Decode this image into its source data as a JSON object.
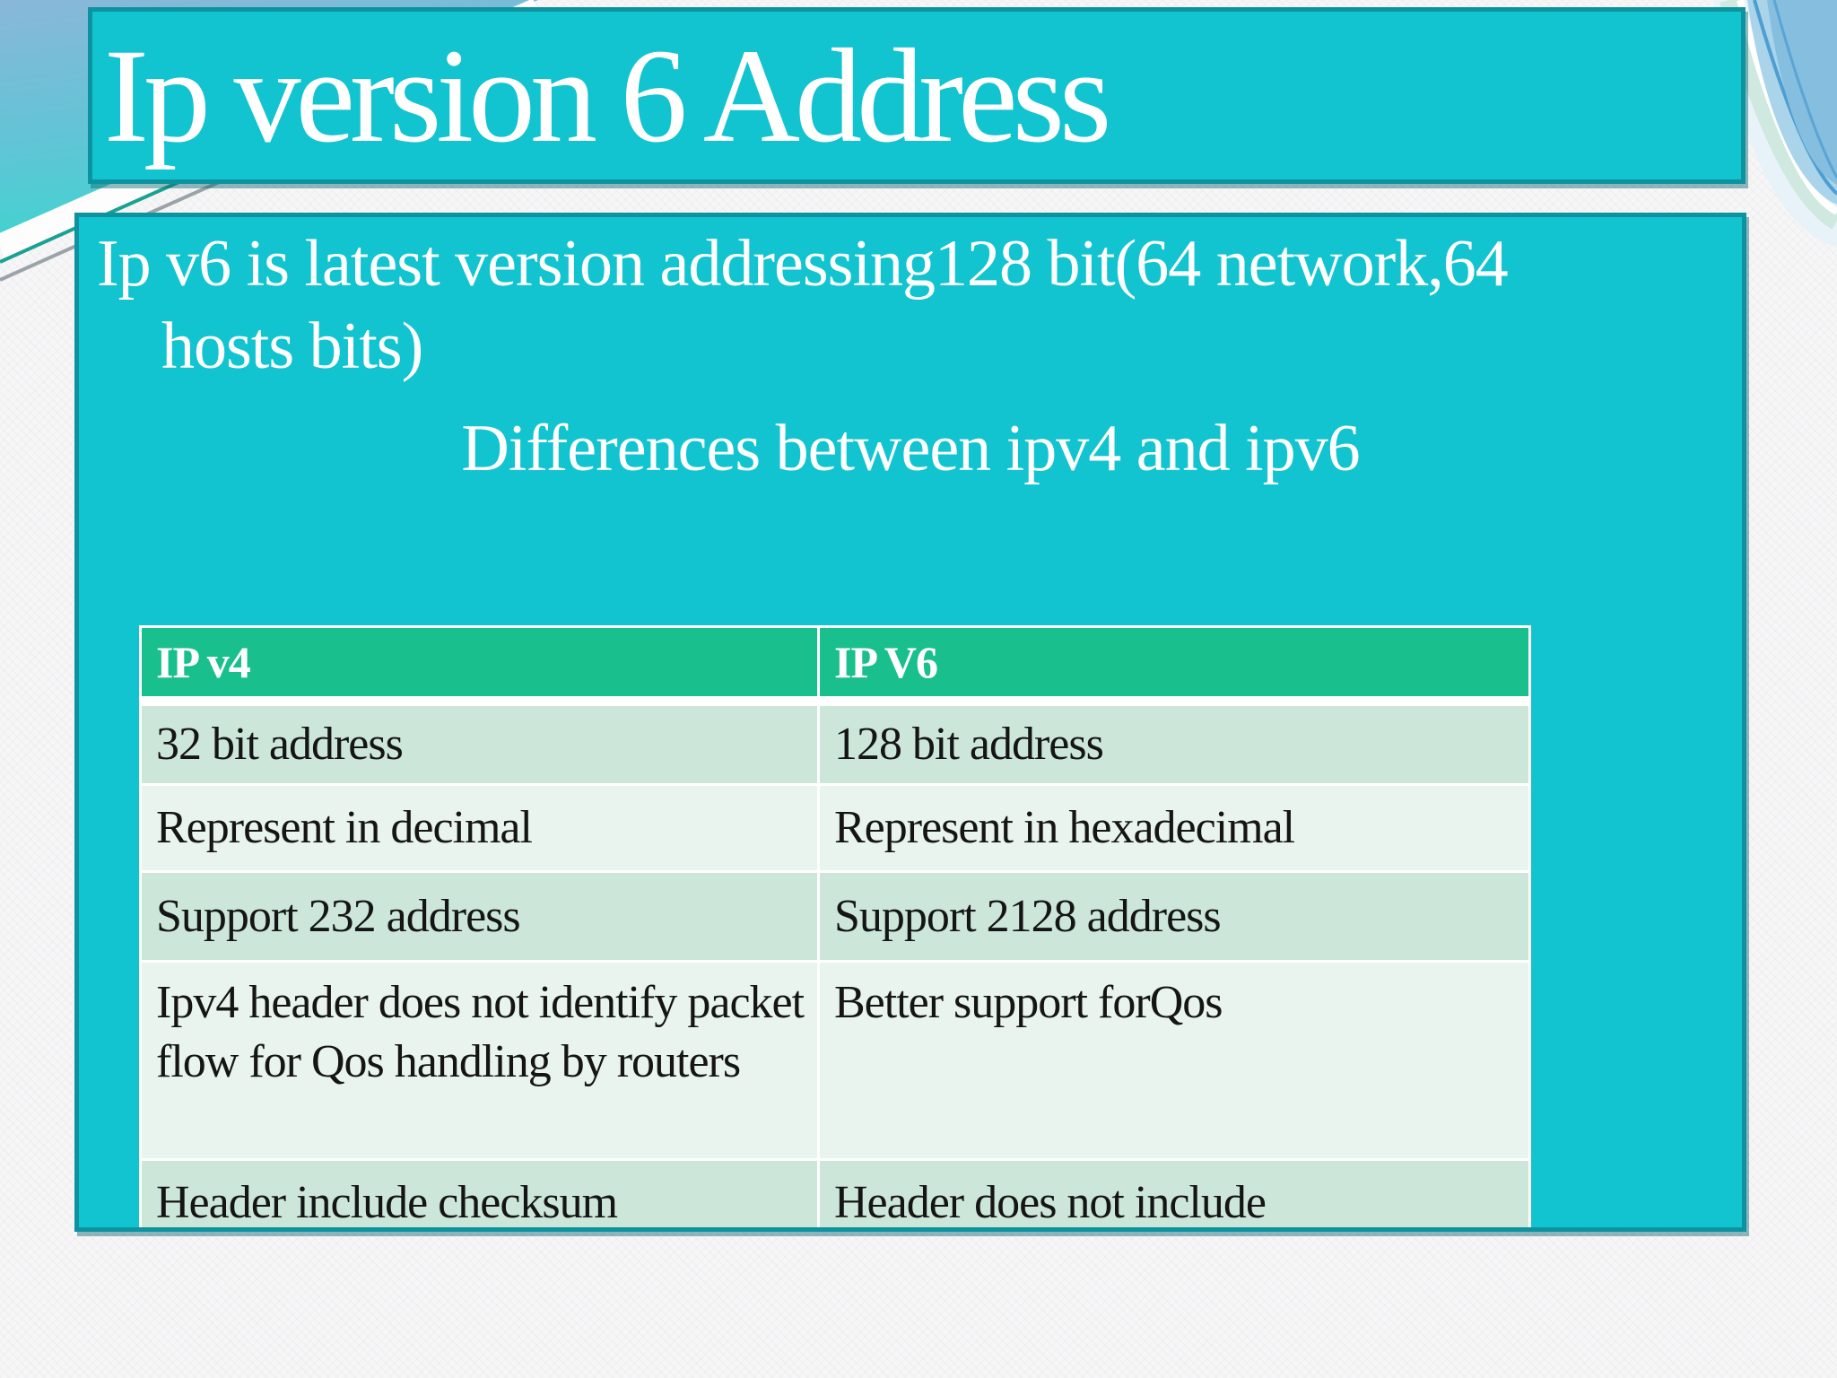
{
  "slide": {
    "title": "Ip version 6 Address",
    "intro_line1": "Ip v6 is latest version addressing128 bit(64 network,64",
    "intro_line2": "hosts bits)",
    "subtitle": "Differences between ipv4 and ipv6"
  },
  "table": {
    "headers": [
      "IP v4",
      "IP V6"
    ],
    "rows": [
      {
        "cells": [
          "32 bit address",
          "128 bit address"
        ]
      },
      {
        "cells": [
          "Represent in decimal",
          "Represent in hexadecimal"
        ]
      },
      {
        "cells": [
          "Support 232 address",
          "Support 2128 address"
        ]
      },
      {
        "cells": [
          "Ipv4 header does not identify packet flow for Qos handling by routers",
          "Better support forQos"
        ]
      },
      {
        "cells": [
          "Header include checksum",
          "Header does not include checksum"
        ]
      }
    ]
  },
  "colors": {
    "background": "#f7f6f7",
    "box_teal": "#11c4d0",
    "box_border": "#0d93a0",
    "header_green": "#19bf8c",
    "row_dark": "#cce7d9",
    "row_light": "#e9f4ee",
    "accent_corner_blue": "#85bedf",
    "accent_swoosh_green": "#1aa193"
  }
}
